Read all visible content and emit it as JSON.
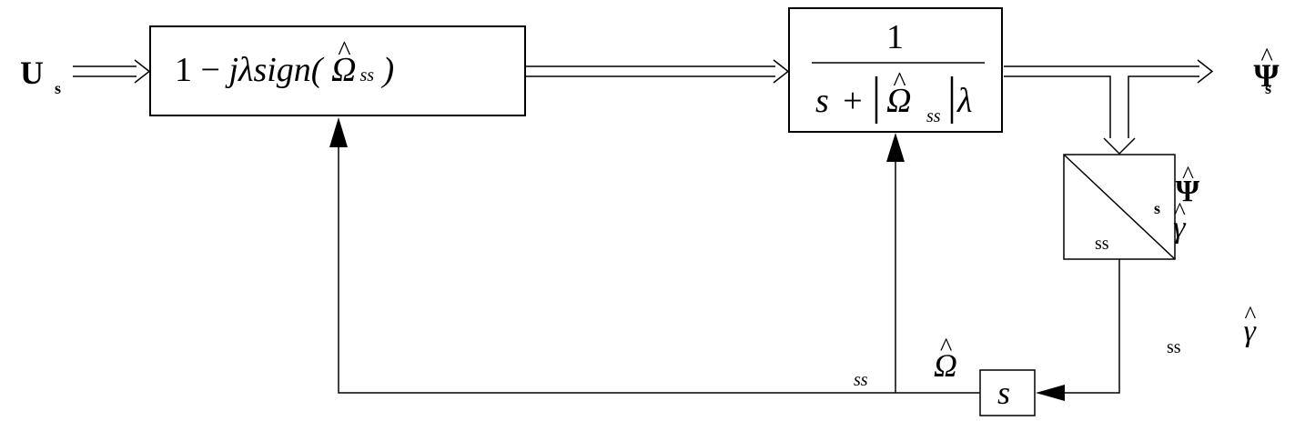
{
  "labels": {
    "input": {
      "symbol": "U",
      "subscript": "s"
    },
    "output": {
      "symbol": "Ψ",
      "subscript": "s"
    },
    "gamma_out": {
      "symbol": "γ",
      "subscript": "ss"
    },
    "omega_fb": {
      "symbol": "Ω",
      "subscript": "ss"
    }
  },
  "blocks": {
    "gain": {
      "prefix": "1 − ",
      "j_lambda": "jλsign(",
      "omega": "Ω",
      "omega_sub": "ss",
      "close": ")"
    },
    "transfer": {
      "numerator": "1",
      "den_s": "s",
      "den_plus": "+",
      "den_omega": "Ω",
      "den_omega_sub": "ss",
      "den_lambda": "λ"
    },
    "converter": {
      "top_symbol": "Ψ",
      "top_sub": "s",
      "bottom_symbol": "γ",
      "bottom_sub": "ss"
    },
    "derivative": {
      "label": "s"
    }
  }
}
